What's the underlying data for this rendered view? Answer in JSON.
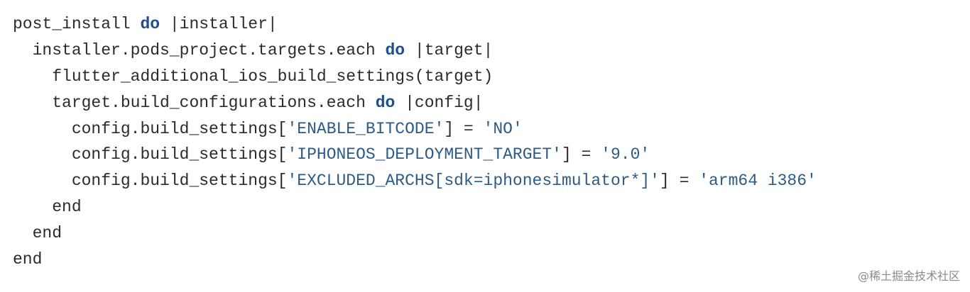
{
  "code": {
    "lines": [
      {
        "indent": 0,
        "tokens": [
          {
            "t": "post_install ",
            "c": "plain"
          },
          {
            "t": "do",
            "c": "kw"
          },
          {
            "t": " |installer|",
            "c": "plain"
          }
        ]
      },
      {
        "indent": 1,
        "tokens": [
          {
            "t": "installer.pods_project.targets.each ",
            "c": "plain"
          },
          {
            "t": "do",
            "c": "kw"
          },
          {
            "t": " |target|",
            "c": "plain"
          }
        ]
      },
      {
        "indent": 2,
        "tokens": [
          {
            "t": "flutter_additional_ios_build_settings(target)",
            "c": "plain"
          }
        ]
      },
      {
        "indent": 2,
        "tokens": [
          {
            "t": "target.build_configurations.each ",
            "c": "plain"
          },
          {
            "t": "do",
            "c": "kw"
          },
          {
            "t": " |config|",
            "c": "plain"
          }
        ]
      },
      {
        "indent": 3,
        "tokens": [
          {
            "t": "config.build_settings[",
            "c": "plain"
          },
          {
            "t": "'ENABLE_BITCODE'",
            "c": "str"
          },
          {
            "t": "] = ",
            "c": "plain"
          },
          {
            "t": "'NO'",
            "c": "str"
          }
        ]
      },
      {
        "indent": 3,
        "tokens": [
          {
            "t": "config.build_settings[",
            "c": "plain"
          },
          {
            "t": "'IPHONEOS_DEPLOYMENT_TARGET'",
            "c": "str"
          },
          {
            "t": "] = ",
            "c": "plain"
          },
          {
            "t": "'9.0'",
            "c": "str"
          }
        ]
      },
      {
        "indent": 3,
        "tokens": [
          {
            "t": "config.build_settings[",
            "c": "plain"
          },
          {
            "t": "'EXCLUDED_ARCHS[sdk=iphonesimulator*]'",
            "c": "str"
          },
          {
            "t": "] = ",
            "c": "plain"
          },
          {
            "t": "'arm64 i386'",
            "c": "str"
          }
        ]
      },
      {
        "indent": 2,
        "tokens": [
          {
            "t": "end",
            "c": "plain"
          }
        ]
      },
      {
        "indent": 1,
        "tokens": [
          {
            "t": "end",
            "c": "plain"
          }
        ]
      },
      {
        "indent": 0,
        "tokens": [
          {
            "t": "end",
            "c": "plain"
          }
        ]
      }
    ]
  },
  "watermark": {
    "text": "@稀土掘金技术社区"
  }
}
